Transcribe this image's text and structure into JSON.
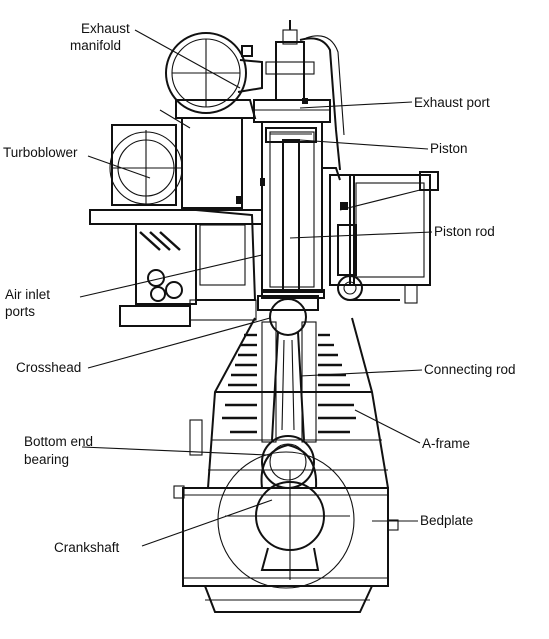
{
  "labels": {
    "exhaust_manifold_1": "Exhaust",
    "exhaust_manifold_2": "manifold",
    "exhaust_port": "Exhaust port",
    "turboblower": "Turboblower",
    "piston": "Piston",
    "piston_rod": "Piston rod",
    "air_inlet_ports_1": "Air inlet",
    "air_inlet_ports_2": "ports",
    "crosshead": "Crosshead",
    "connecting_rod": "Connecting rod",
    "a_frame": "A-frame",
    "bottom_end_bearing_1": "Bottom end",
    "bottom_end_bearing_2": "bearing",
    "bedplate": "Bedplate",
    "crankshaft": "Crankshaft"
  },
  "colors": {
    "ink": "#111111",
    "background": "#ffffff"
  }
}
